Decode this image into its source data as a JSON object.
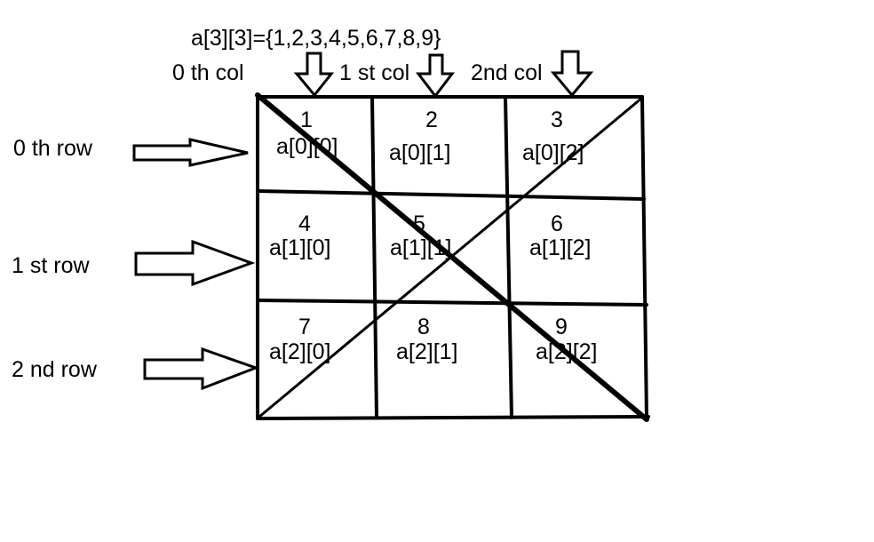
{
  "title": "a[3][3]={1,2,3,4,5,6,7,8,9}",
  "col_labels": [
    "0 th col",
    "1 st col",
    "2nd col"
  ],
  "row_labels": [
    "0 th row",
    "1 st row",
    "2 nd row"
  ],
  "cells": [
    [
      {
        "num": "1",
        "idx": "a[0][0]"
      },
      {
        "num": "2",
        "idx": "a[0][1]"
      },
      {
        "num": "3",
        "idx": "a[0][2]"
      }
    ],
    [
      {
        "num": "4",
        "idx": "a[1][0]"
      },
      {
        "num": "5",
        "idx": "a[1][1]"
      },
      {
        "num": "6",
        "idx": "a[1][2]"
      }
    ],
    [
      {
        "num": "7",
        "idx": "a[2][0]"
      },
      {
        "num": "8",
        "idx": "a[2][1]"
      },
      {
        "num": "9",
        "idx": "a[2][2]"
      }
    ]
  ],
  "ink_color": "#000000"
}
